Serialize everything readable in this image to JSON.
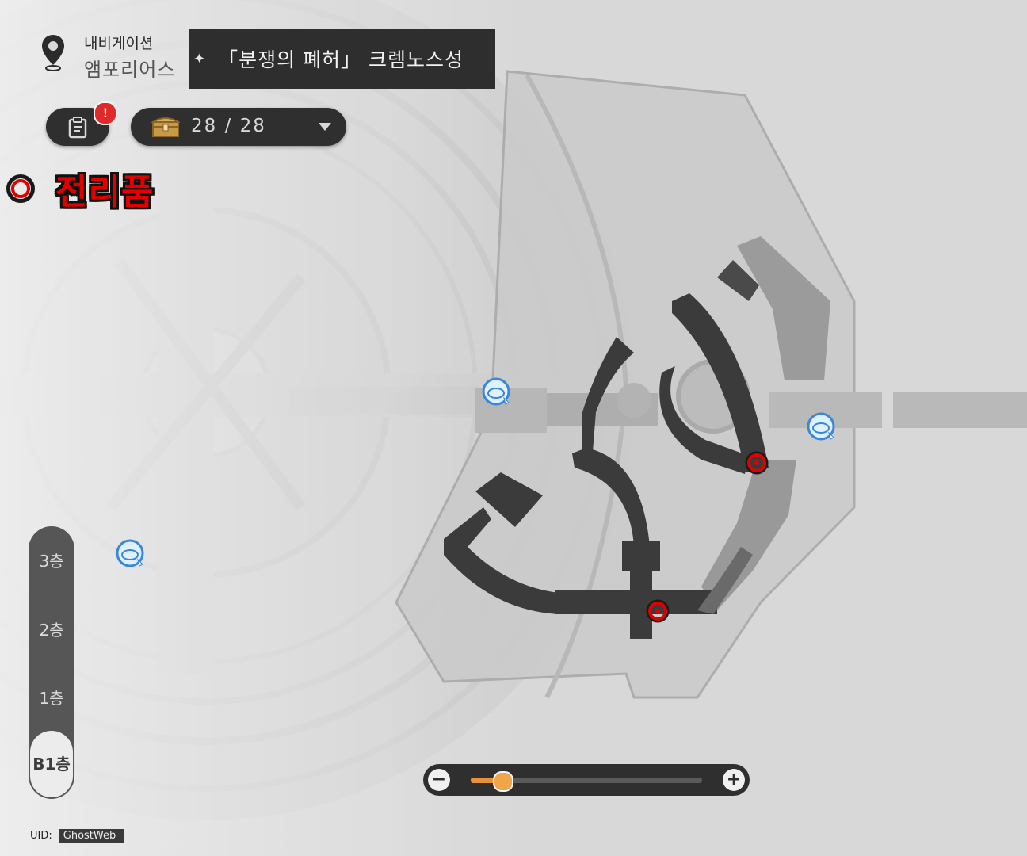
{
  "header": {
    "nav_label": "내비게이션",
    "region": "앰포리어스",
    "area_title": "「분쟁의 폐허」 크렘노스성",
    "area_star": "✦"
  },
  "toolbar": {
    "alert_badge": "!",
    "chest_count": "28 / 28"
  },
  "legend": {
    "label": "전리품"
  },
  "floors": {
    "items": [
      "3층",
      "2층",
      "1층"
    ],
    "active": "B1층"
  },
  "zoom": {
    "minus": "−",
    "plus": "+",
    "level": 0.14
  },
  "uid": {
    "label": "UID:",
    "value": "GhostWeb"
  },
  "markers": {
    "loot_count": 2,
    "teleport_count": 3
  },
  "colors": {
    "path_dark": "#3b3b3b",
    "path_mid": "#8c8c8c",
    "marker_red": "#e00000",
    "teleport_blue": "#2f7fd6",
    "zoom_accent": "#e8913a"
  }
}
